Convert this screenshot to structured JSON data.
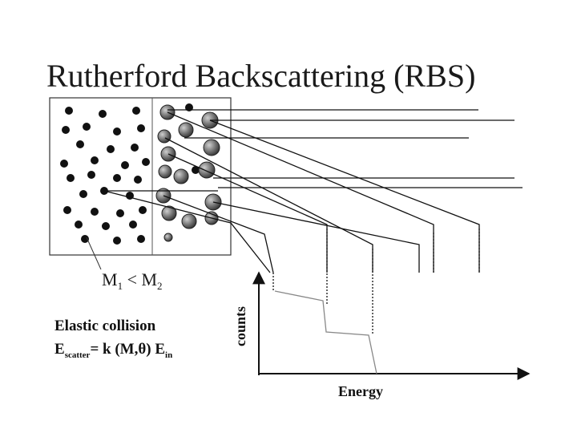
{
  "title": "Rutherford Backscattering (RBS)",
  "mass_relation": {
    "m1": "M",
    "m1_sub": "1",
    "op": " < ",
    "m2": "M",
    "m2_sub": "2"
  },
  "caption": {
    "line1": "Elastic collision",
    "eq_e": "E",
    "eq_sub": "scatter",
    "eq_mid": "= k (M,θ) E",
    "eq_in": "in"
  },
  "axes": {
    "y_label": "counts",
    "x_label": "Energy"
  },
  "colors": {
    "ink": "#111111",
    "light_atom": "#111111",
    "heavy_atom": "#555555",
    "heavy_atom_highlight": "#b5b5b5"
  }
}
